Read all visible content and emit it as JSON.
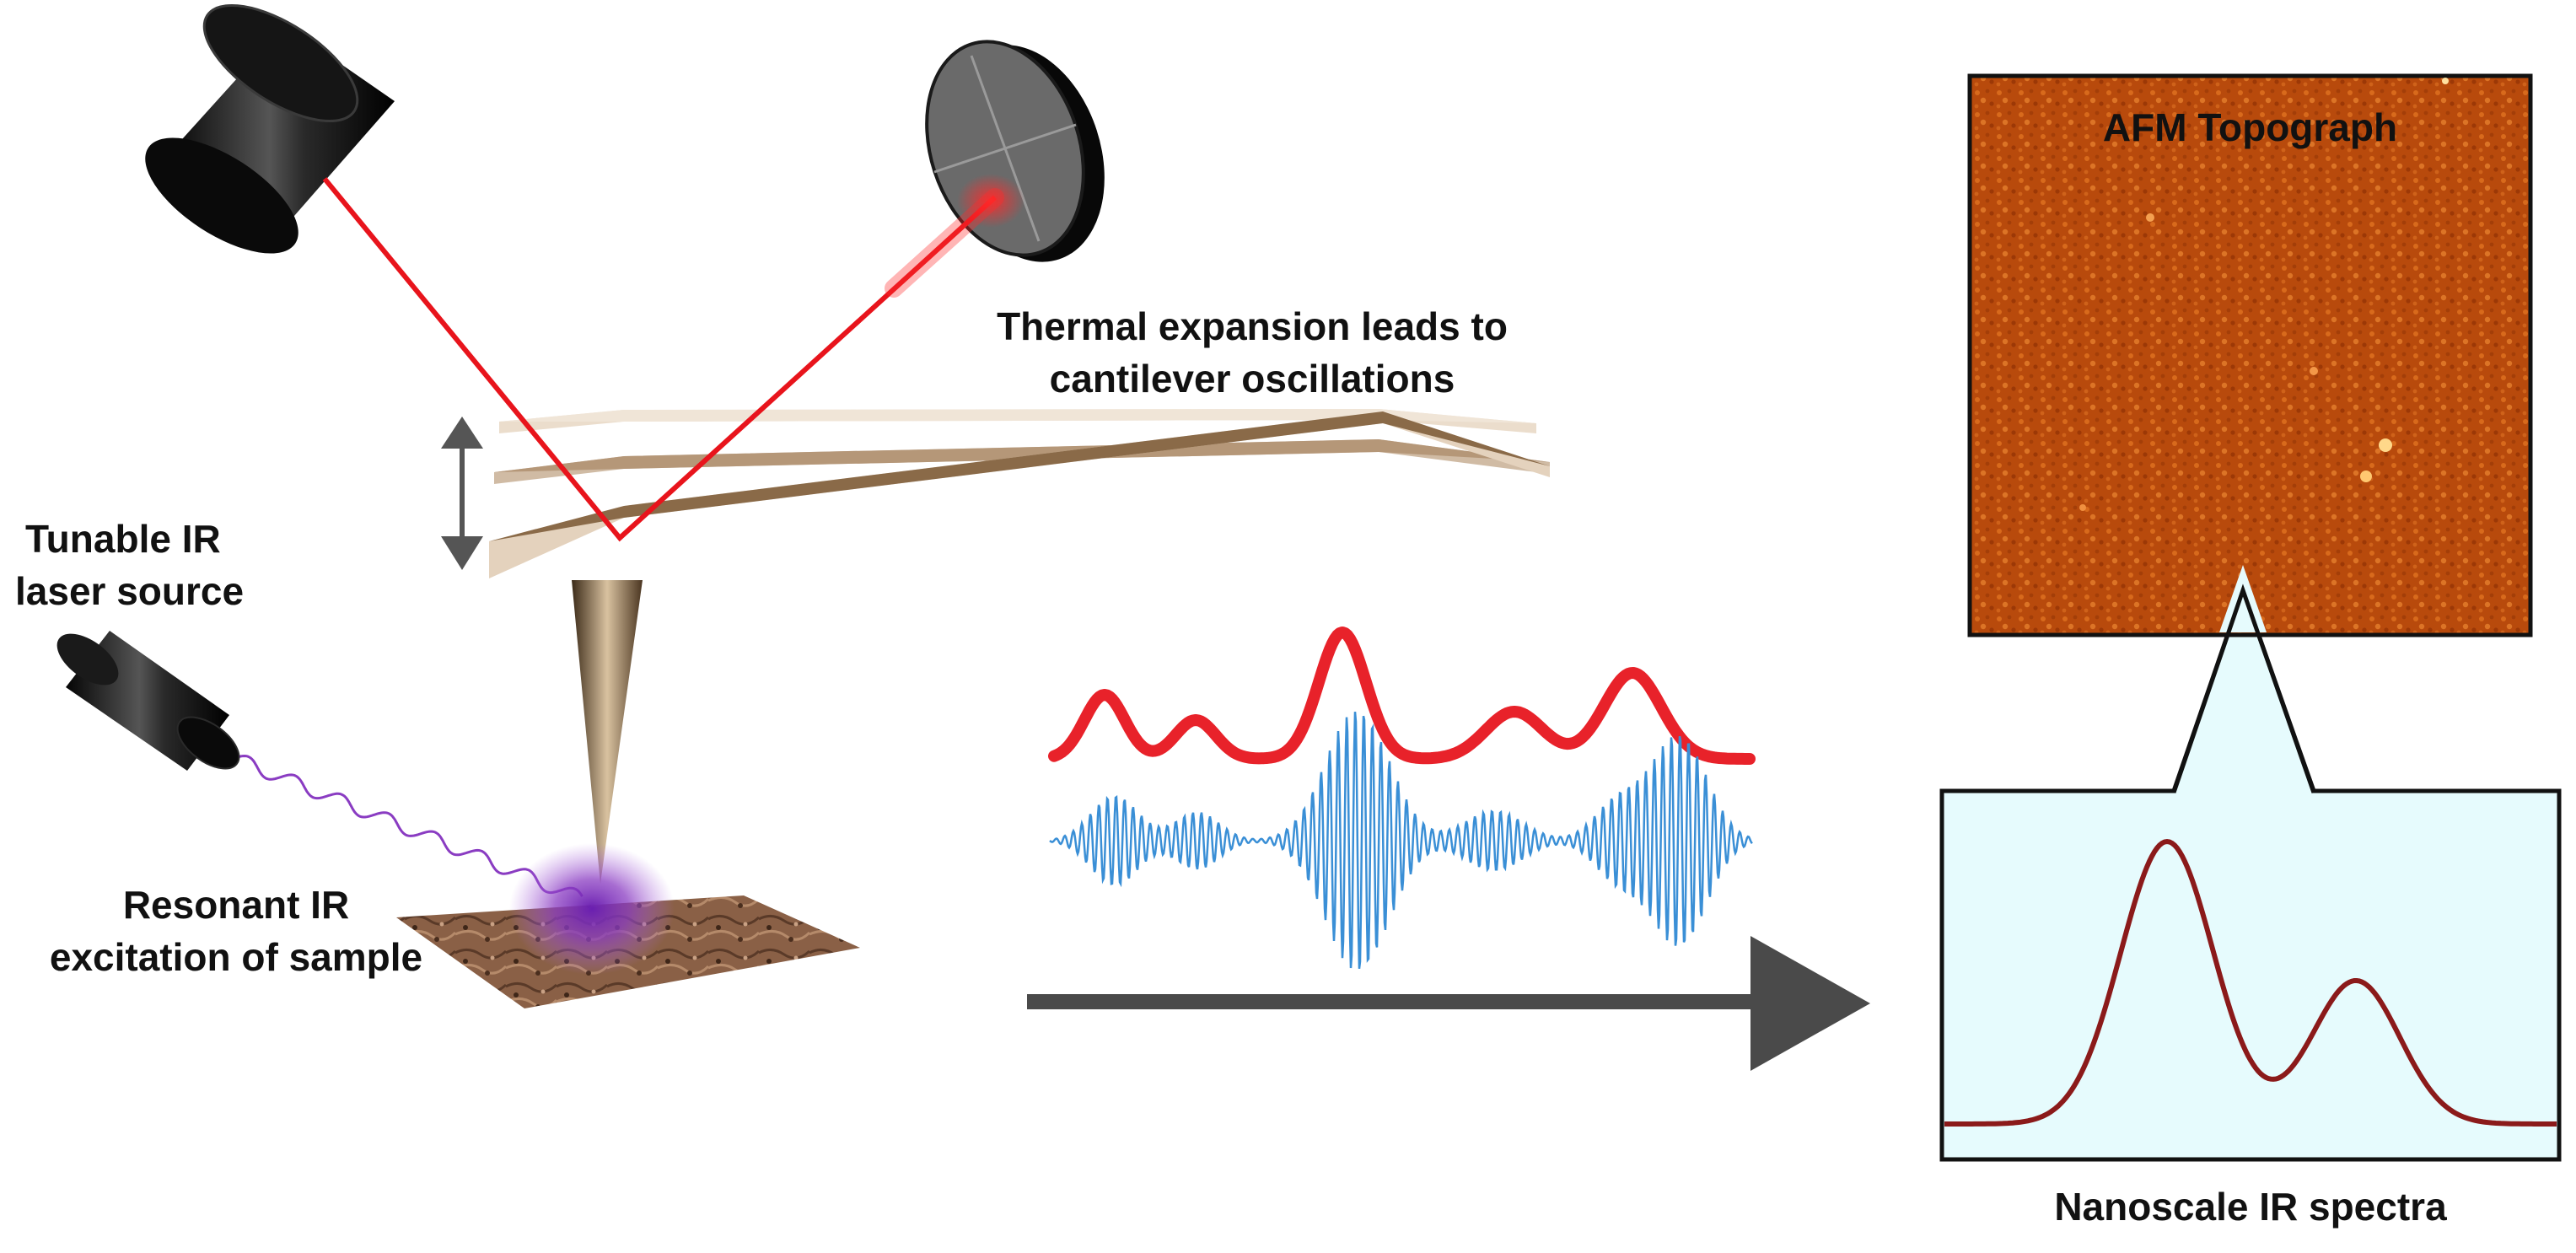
{
  "labels": {
    "thermal_line1": "Thermal expansion leads to",
    "thermal_line2": "cantilever oscillations",
    "tunable_line1": "Tunable IR",
    "tunable_line2": "laser source",
    "resonant_line1": "Resonant IR",
    "resonant_line2": "excitation of sample",
    "afm_title": "AFM Topograph",
    "spectra_caption": "Nanoscale IR spectra"
  },
  "colors": {
    "laser_beam": "#e8141c",
    "ir_excitation": "#8a3cc2",
    "cantilever": "#8a6a48",
    "afm_surface": "#b84a0c",
    "spectrum_panel": "#e6fbfd",
    "spectrum_line": "#8b1a1a",
    "absorption_curve": "#e8222a",
    "oscillation_signal": "#3a8fd6",
    "arrow": "#4a4a4a"
  },
  "icons": [
    "laser-emitter-icon",
    "photodetector-icon",
    "ir-laser-source-icon",
    "afm-tip-icon",
    "sample-surface-icon"
  ]
}
